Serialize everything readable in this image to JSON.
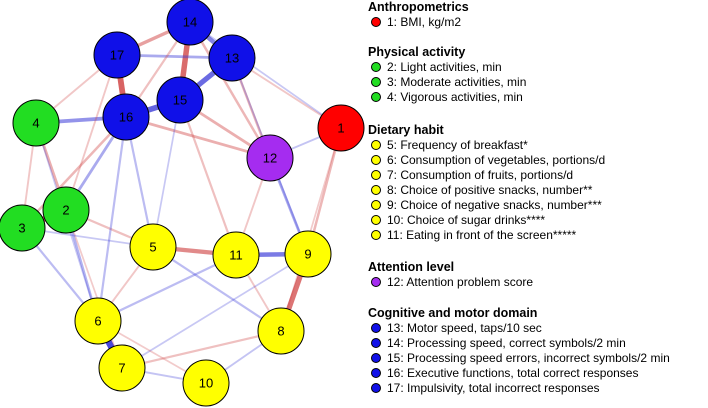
{
  "colors": {
    "Anthropometrics": "#ff0000",
    "Physical activity": "#22dd22",
    "Dietary habit": "#ffff00",
    "Attention level": "#a52cf0",
    "Cognitive and motor domain": "#1010e8",
    "edge_positive": "#3a3ad8",
    "edge_negative": "#d04545"
  },
  "legend": [
    {
      "title": "Anthropometrics",
      "items": [
        {
          "id": 1,
          "text": "1: BMI, kg/m2"
        }
      ]
    },
    {
      "title": "Physical activity",
      "items": [
        {
          "id": 2,
          "text": "2: Light activities, min"
        },
        {
          "id": 3,
          "text": "3: Moderate activities, min"
        },
        {
          "id": 4,
          "text": "4: Vigorous activities, min"
        }
      ]
    },
    {
      "title": "Dietary habit",
      "items": [
        {
          "id": 5,
          "text": "5: Frequency of breakfast*"
        },
        {
          "id": 6,
          "text": "6: Consumption of vegetables, portions/d"
        },
        {
          "id": 7,
          "text": "7: Consumption of fruits, portions/d"
        },
        {
          "id": 8,
          "text": "8: Choice of positive snacks, number**"
        },
        {
          "id": 9,
          "text": "9: Choice of negative snacks, number***"
        },
        {
          "id": 10,
          "text": "10: Choice of sugar drinks****"
        },
        {
          "id": 11,
          "text": "11: Eating in front of the screen*****"
        }
      ]
    },
    {
      "title": "Attention level",
      "items": [
        {
          "id": 12,
          "text": "12: Attention problem score"
        }
      ]
    },
    {
      "title": "Cognitive and motor domain",
      "items": [
        {
          "id": 13,
          "text": "13: Motor speed, taps/10 sec"
        },
        {
          "id": 14,
          "text": "14: Processing speed, correct symbols/2 min"
        },
        {
          "id": 15,
          "text": "15: Processing speed errors, incorrect symbols/2 min"
        },
        {
          "id": 16,
          "text": "16: Executive functions, total correct responses"
        },
        {
          "id": 17,
          "text": "17: Impulsivity, total incorrect responses"
        }
      ]
    }
  ],
  "nodes": [
    {
      "id": "1",
      "group": "Anthropometrics"
    },
    {
      "id": "2",
      "group": "Physical activity"
    },
    {
      "id": "3",
      "group": "Physical activity"
    },
    {
      "id": "4",
      "group": "Physical activity"
    },
    {
      "id": "5",
      "group": "Dietary habit"
    },
    {
      "id": "6",
      "group": "Dietary habit"
    },
    {
      "id": "7",
      "group": "Dietary habit"
    },
    {
      "id": "8",
      "group": "Dietary habit"
    },
    {
      "id": "9",
      "group": "Dietary habit"
    },
    {
      "id": "10",
      "group": "Dietary habit"
    },
    {
      "id": "11",
      "group": "Dietary habit"
    },
    {
      "id": "12",
      "group": "Attention level"
    },
    {
      "id": "13",
      "group": "Cognitive and motor domain"
    },
    {
      "id": "14",
      "group": "Cognitive and motor domain"
    },
    {
      "id": "15",
      "group": "Cognitive and motor domain"
    },
    {
      "id": "16",
      "group": "Cognitive and motor domain"
    },
    {
      "id": "17",
      "group": "Cognitive and motor domain"
    }
  ],
  "edges": [
    {
      "a": "6",
      "b": "7",
      "sign": "positive",
      "strength": 0.9
    },
    {
      "a": "15",
      "b": "16",
      "sign": "positive",
      "strength": 0.75
    },
    {
      "a": "13",
      "b": "15",
      "sign": "positive",
      "strength": 0.7
    },
    {
      "a": "14",
      "b": "13",
      "sign": "positive",
      "strength": 0.55
    },
    {
      "a": "16",
      "b": "17",
      "sign": "negative",
      "strength": 0.8
    },
    {
      "a": "14",
      "b": "15",
      "sign": "negative",
      "strength": 0.75
    },
    {
      "a": "2",
      "b": "3",
      "sign": "negative",
      "strength": 0.8
    },
    {
      "a": "9",
      "b": "8",
      "sign": "negative",
      "strength": 0.7
    },
    {
      "a": "11",
      "b": "9",
      "sign": "positive",
      "strength": 0.6
    },
    {
      "a": "5",
      "b": "11",
      "sign": "negative",
      "strength": 0.55
    },
    {
      "a": "4",
      "b": "16",
      "sign": "positive",
      "strength": 0.45
    },
    {
      "a": "17",
      "b": "14",
      "sign": "negative",
      "strength": 0.4
    },
    {
      "a": "17",
      "b": "13",
      "sign": "positive",
      "strength": 0.3
    },
    {
      "a": "4",
      "b": "2",
      "sign": "negative",
      "strength": 0.3
    },
    {
      "a": "2",
      "b": "16",
      "sign": "positive",
      "strength": 0.3
    },
    {
      "a": "3",
      "b": "16",
      "sign": "negative",
      "strength": 0.25
    },
    {
      "a": "16",
      "b": "12",
      "sign": "negative",
      "strength": 0.3
    },
    {
      "a": "15",
      "b": "12",
      "sign": "negative",
      "strength": 0.3
    },
    {
      "a": "14",
      "b": "12",
      "sign": "negative",
      "strength": 0.25
    },
    {
      "a": "13",
      "b": "12",
      "sign": "negative",
      "strength": 0.25
    },
    {
      "a": "12",
      "b": "9",
      "sign": "positive",
      "strength": 0.3
    },
    {
      "a": "1",
      "b": "9",
      "sign": "negative",
      "strength": 0.25
    },
    {
      "a": "1",
      "b": "12",
      "sign": "positive",
      "strength": 0.15
    },
    {
      "a": "2",
      "b": "5",
      "sign": "negative",
      "strength": 0.2
    },
    {
      "a": "2",
      "b": "6",
      "sign": "positive",
      "strength": 0.25
    },
    {
      "a": "3",
      "b": "6",
      "sign": "positive",
      "strength": 0.2
    },
    {
      "a": "4",
      "b": "3",
      "sign": "negative",
      "strength": 0.15
    },
    {
      "a": "6",
      "b": "11",
      "sign": "positive",
      "strength": 0.2
    },
    {
      "a": "7",
      "b": "8",
      "sign": "negative",
      "strength": 0.2
    },
    {
      "a": "7",
      "b": "10",
      "sign": "positive",
      "strength": 0.15
    },
    {
      "a": "10",
      "b": "8",
      "sign": "positive",
      "strength": 0.15
    },
    {
      "a": "5",
      "b": "8",
      "sign": "positive",
      "strength": 0.2
    },
    {
      "a": "6",
      "b": "5",
      "sign": "negative",
      "strength": 0.15
    },
    {
      "a": "11",
      "b": "8",
      "sign": "negative",
      "strength": 0.15
    },
    {
      "a": "15",
      "b": "11",
      "sign": "negative",
      "strength": 0.2
    },
    {
      "a": "16",
      "b": "5",
      "sign": "positive",
      "strength": 0.2
    },
    {
      "a": "16",
      "b": "6",
      "sign": "positive",
      "strength": 0.2
    },
    {
      "a": "17",
      "b": "4",
      "sign": "negative",
      "strength": 0.15
    },
    {
      "a": "13",
      "b": "1",
      "sign": "negative",
      "strength": 0.15
    },
    {
      "a": "14",
      "b": "1",
      "sign": "positive",
      "strength": 0.12
    },
    {
      "a": "12",
      "b": "11",
      "sign": "negative",
      "strength": 0.15
    },
    {
      "a": "1",
      "b": "8",
      "sign": "negative",
      "strength": 0.12
    },
    {
      "a": "9",
      "b": "7",
      "sign": "positive",
      "strength": 0.12
    },
    {
      "a": "2",
      "b": "7",
      "sign": "negative",
      "strength": 0.12
    },
    {
      "a": "4",
      "b": "6",
      "sign": "positive",
      "strength": 0.12
    },
    {
      "a": "15",
      "b": "5",
      "sign": "positive",
      "strength": 0.12
    },
    {
      "a": "17",
      "b": "2",
      "sign": "negative",
      "strength": 0.15
    },
    {
      "a": "10",
      "b": "6",
      "sign": "negative",
      "strength": 0.12
    },
    {
      "a": "13",
      "b": "9",
      "sign": "positive",
      "strength": 0.12
    },
    {
      "a": "14",
      "b": "16",
      "sign": "negative",
      "strength": 0.2
    },
    {
      "a": "3",
      "b": "5",
      "sign": "positive",
      "strength": 0.12
    }
  ]
}
